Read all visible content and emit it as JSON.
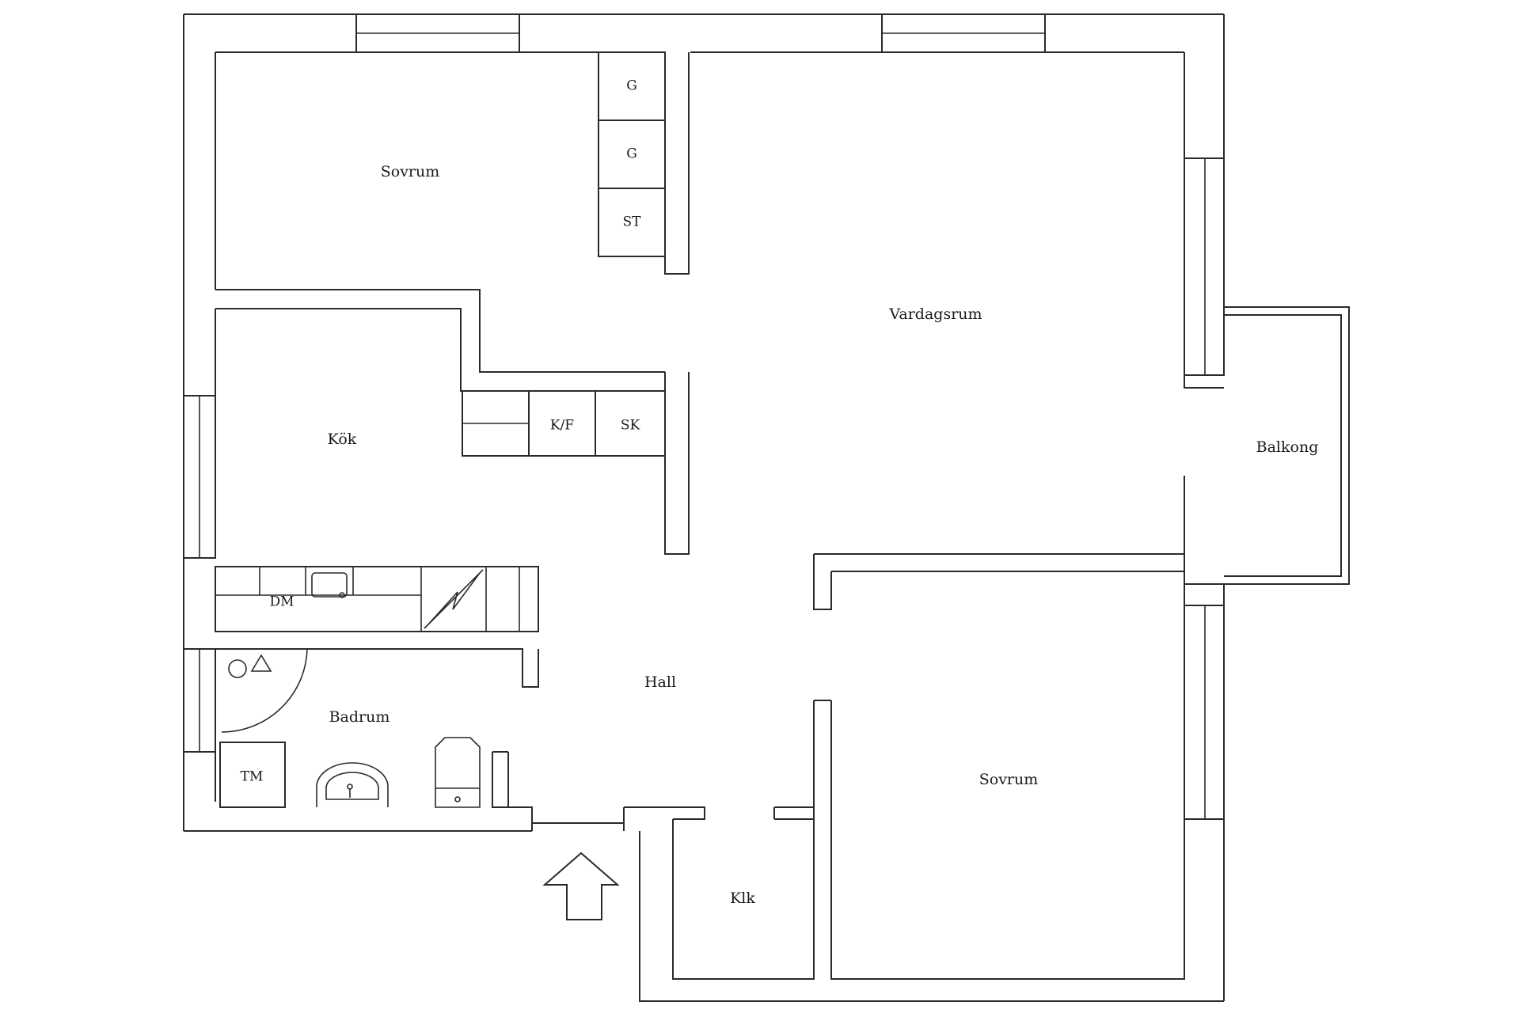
{
  "rooms": {
    "bedroom_top": "Sovrum",
    "living": "Vardagsrum",
    "balcony": "Balkong",
    "kitchen": "Kök",
    "hall": "Hall",
    "bathroom": "Badrum",
    "bedroom_bottom": "Sovrum",
    "closet": "Klk"
  },
  "fixtures": {
    "wardrobe_1": "G",
    "wardrobe_2": "G",
    "storage": "ST",
    "fridge_freezer": "K/F",
    "cabinet": "SK",
    "dishwasher": "DM",
    "washer": "TM"
  }
}
